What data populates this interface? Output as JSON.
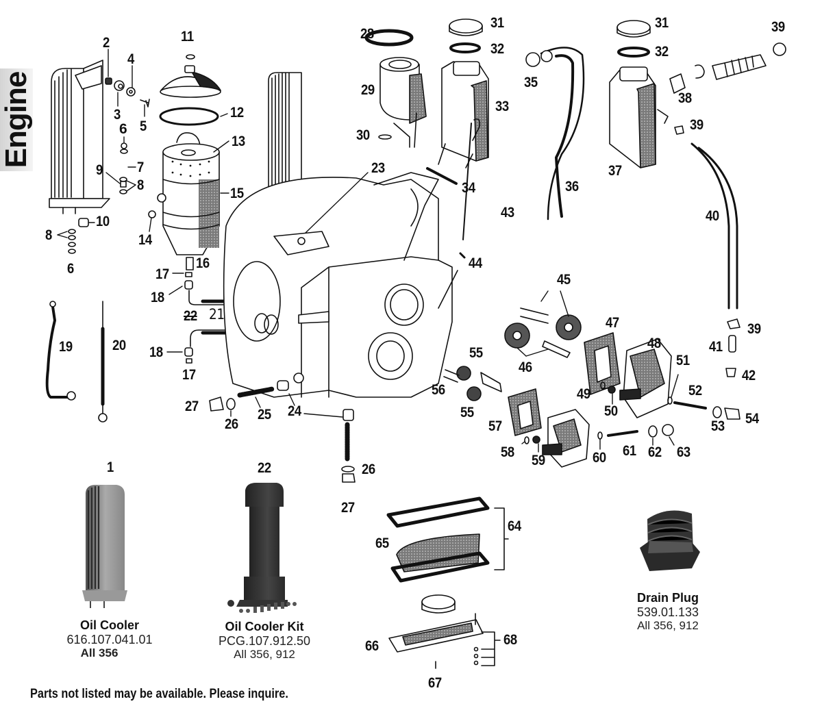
{
  "section_tab": {
    "label": "Engine",
    "color": "#e0e0e0"
  },
  "footer": {
    "note": "Parts not listed may be available. Please inquire."
  },
  "products": [
    {
      "callout": "1",
      "name": "Oil Cooler",
      "part_number": "616.107.041.01",
      "fitment": "All 356"
    },
    {
      "callout": "22",
      "name": "Oil Cooler Kit",
      "part_number": "PCG.107.912.50",
      "fitment": "All 356, 912"
    },
    {
      "callout": "",
      "name": "Drain Plug",
      "part_number": "539.01.133",
      "fitment": "All 356, 912"
    }
  ],
  "callouts": {
    "c1": "1",
    "c2": "2",
    "c3": "3",
    "c4": "4",
    "c5": "5",
    "c6a": "6",
    "c6b": "6",
    "c7": "7",
    "c8a": "8",
    "c8b": "8",
    "c9": "9",
    "c10": "10",
    "c11": "11",
    "c12": "12",
    "c13": "13",
    "c14": "14",
    "c15": "15",
    "c16": "16",
    "c17a": "17",
    "c17b": "17",
    "c18a": "18",
    "c18b": "18",
    "c19": "19",
    "c20": "20",
    "c21": "21",
    "c22a": "22",
    "c22b": "22",
    "c23": "23",
    "c24": "24",
    "c25": "25",
    "c26a": "26",
    "c26b": "26",
    "c27a": "27",
    "c27b": "27",
    "c28": "28",
    "c29": "29",
    "c30": "30",
    "c31a": "31",
    "c31b": "31",
    "c32a": "32",
    "c32b": "32",
    "c33": "33",
    "c34": "34",
    "c35": "35",
    "c36": "36",
    "c37": "37",
    "c38": "38",
    "c39a": "39",
    "c39b": "39",
    "c39c": "39",
    "c40": "40",
    "c41": "41",
    "c42": "42",
    "c43": "43",
    "c44": "44",
    "c45": "45",
    "c46": "46",
    "c47": "47",
    "c48": "48",
    "c49": "49",
    "c50": "50",
    "c51": "51",
    "c52": "52",
    "c53": "53",
    "c54": "54",
    "c55a": "55",
    "c55b": "55",
    "c56": "56",
    "c57": "57",
    "c58": "58",
    "c59": "59",
    "c60": "60",
    "c61": "61",
    "c62": "62",
    "c63": "63",
    "c64": "64",
    "c65": "65",
    "c66": "66",
    "c67": "67",
    "c68": "68"
  }
}
